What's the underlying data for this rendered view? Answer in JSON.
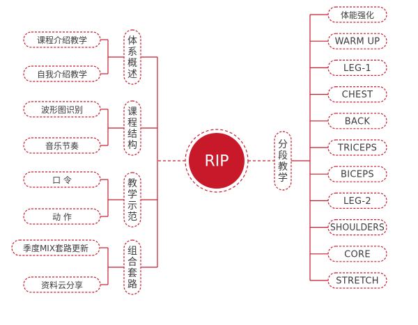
{
  "center": {
    "label": "RIP"
  },
  "colors": {
    "accent": "#c8192b",
    "text": "#3a3a3a",
    "background": "#ffffff"
  },
  "left_branches": [
    {
      "label": "体系概述",
      "children": [
        "课程介绍教学",
        "自我介绍教学"
      ]
    },
    {
      "label": "课程结构",
      "children": [
        "波形图识别",
        "音乐节奏"
      ]
    },
    {
      "label": "教学示范",
      "children": [
        "口 令",
        "动 作"
      ]
    },
    {
      "label": "组合套路",
      "children": [
        "季度MIX套路更新",
        "资料云分享"
      ]
    }
  ],
  "right_branch": {
    "label": "分段教学",
    "children": [
      "体能强化",
      "WARM UP",
      "LEG-1",
      "CHEST",
      "BACK",
      "TRICEPS",
      "BICEPS",
      "LEG-2",
      "SHOULDERS",
      "CORE",
      "STRETCH"
    ]
  }
}
